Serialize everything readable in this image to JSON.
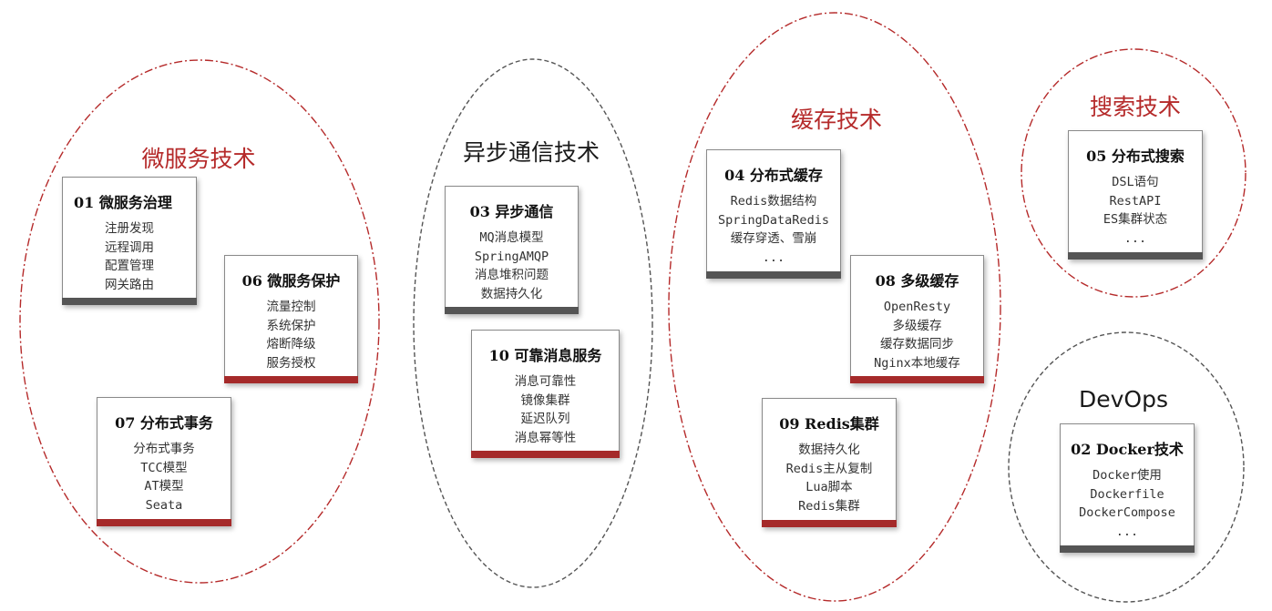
{
  "colors": {
    "accent_red": "#b52a2a",
    "bar_red": "#a52a2a",
    "bar_gray": "#555555",
    "text_dark": "#1a1a1a"
  },
  "groups": [
    {
      "title": "微服务技术",
      "style": "red"
    },
    {
      "title": "异步通信技术",
      "style": "dark"
    },
    {
      "title": "缓存技术",
      "style": "red"
    },
    {
      "title": "搜索技术",
      "style": "red"
    },
    {
      "title": "DevOps",
      "style": "dark"
    }
  ],
  "cards": [
    {
      "id": "c01",
      "title": "01 微服务治理",
      "items": [
        "注册发现",
        "远程调用",
        "配置管理",
        "网关路由"
      ],
      "bar": "gray"
    },
    {
      "id": "c06",
      "title": "06 微服务保护",
      "items": [
        "流量控制",
        "系统保护",
        "熔断降级",
        "服务授权"
      ],
      "bar": "red"
    },
    {
      "id": "c07",
      "title": "07 分布式事务",
      "items": [
        "分布式事务",
        "TCC模型",
        "AT模型",
        "Seata"
      ],
      "bar": "red"
    },
    {
      "id": "c03",
      "title": "03 异步通信",
      "items": [
        "MQ消息模型",
        "SpringAMQP",
        "消息堆积问题",
        "数据持久化"
      ],
      "bar": "gray"
    },
    {
      "id": "c10",
      "title": "10 可靠消息服务",
      "items": [
        "消息可靠性",
        "镜像集群",
        "延迟队列",
        "消息幂等性"
      ],
      "bar": "red"
    },
    {
      "id": "c04",
      "title": "04 分布式缓存",
      "items": [
        "Redis数据结构",
        "SpringDataRedis",
        "缓存穿透、雪崩",
        "..."
      ],
      "bar": "gray"
    },
    {
      "id": "c08",
      "title": "08 多级缓存",
      "items": [
        "OpenResty",
        "多级缓存",
        "缓存数据同步",
        "Nginx本地缓存"
      ],
      "bar": "red"
    },
    {
      "id": "c09",
      "title": "09 Redis集群",
      "items": [
        "数据持久化",
        "Redis主从复制",
        "Lua脚本",
        "Redis集群"
      ],
      "bar": "red"
    },
    {
      "id": "c05",
      "title": "05 分布式搜索",
      "items": [
        "DSL语句",
        "RestAPI",
        "ES集群状态",
        "..."
      ],
      "bar": "gray"
    },
    {
      "id": "c02",
      "title": "02 Docker技术",
      "items": [
        "Docker使用",
        "Dockerfile",
        "DockerCompose",
        "..."
      ],
      "bar": "gray"
    }
  ]
}
